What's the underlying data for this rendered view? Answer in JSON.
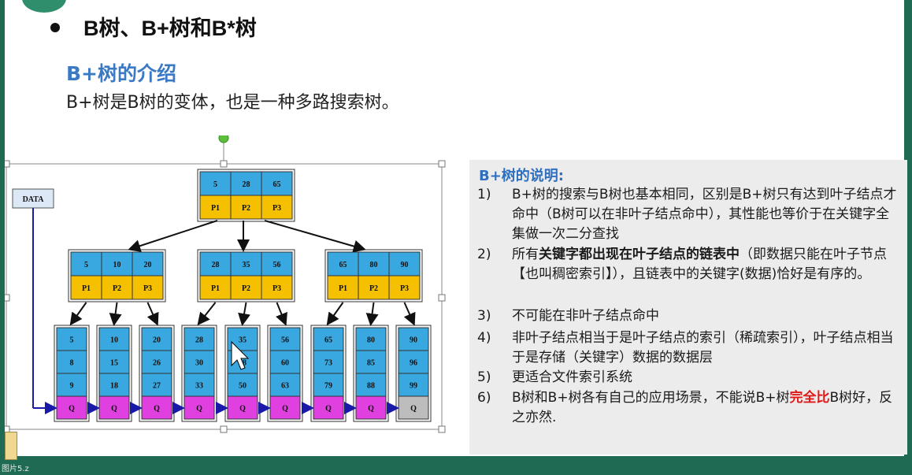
{
  "slide": {
    "title": "B树、B+树和B*树",
    "section_title": "B+树的介绍",
    "intro": "B+树是B树的变体，也是一种多路搜索树。"
  },
  "diagram": {
    "data_label": "DATA",
    "root": {
      "keys": [
        "5",
        "28",
        "65"
      ],
      "ptrs": [
        "P1",
        "P2",
        "P3"
      ]
    },
    "inner": [
      {
        "keys": [
          "5",
          "10",
          "20"
        ],
        "ptrs": [
          "P1",
          "P2",
          "P3"
        ]
      },
      {
        "keys": [
          "28",
          "35",
          "56"
        ],
        "ptrs": [
          "P1",
          "P2",
          "P3"
        ]
      },
      {
        "keys": [
          "65",
          "80",
          "90"
        ],
        "ptrs": [
          "P1",
          "P2",
          "P3"
        ]
      }
    ],
    "leaves": [
      {
        "keys": [
          "5",
          "8",
          "9"
        ],
        "link": "Q"
      },
      {
        "keys": [
          "10",
          "15",
          "18"
        ],
        "link": "Q"
      },
      {
        "keys": [
          "20",
          "26",
          "27"
        ],
        "link": "Q"
      },
      {
        "keys": [
          "28",
          "30",
          "33"
        ],
        "link": "Q"
      },
      {
        "keys": [
          "35",
          "38",
          "50"
        ],
        "link": "Q"
      },
      {
        "keys": [
          "56",
          "60",
          "63"
        ],
        "link": "Q"
      },
      {
        "keys": [
          "65",
          "73",
          "79"
        ],
        "link": "Q"
      },
      {
        "keys": [
          "80",
          "85",
          "88"
        ],
        "link": "Q"
      },
      {
        "keys": [
          "90",
          "96",
          "99"
        ],
        "link": "Q"
      }
    ],
    "colors": {
      "key_fill": "#3aa8e0",
      "ptr_fill": "#f5c000",
      "link_fill": "#e040e0",
      "last_link_fill": "#bdbdbd",
      "arrow": "#1a1aa8"
    }
  },
  "panel": {
    "title": "B+树的说明:",
    "items": [
      {
        "num": "1)",
        "text": "B+树的搜索与B树也基本相同，区别是B+树只有达到叶子结点才命中（B树可以在非叶子结点命中），其性能也等价于在关键字全集做一次二分查找"
      },
      {
        "num": "2)",
        "pre": "所有",
        "bold": "关键字都出现在叶子结点的链表中",
        "post": "（即数据只能在叶子节点【也叫稠密索引】），且链表中的关键字(数据)恰好是有序的。"
      },
      {
        "num": "3)",
        "text": "不可能在非叶子结点命中"
      },
      {
        "num": "4)",
        "text": "非叶子结点相当于是叶子结点的索引（稀疏索引），叶子结点相当于是存储（关键字）数据的数据层"
      },
      {
        "num": "5)",
        "text": "更适合文件索引系统"
      },
      {
        "num": "6)",
        "pre": "B树和B+树各有自己的应用场景，不能说B+树",
        "red": "完全比",
        "post": "B树好，反之亦然."
      }
    ]
  },
  "footer_label": "图片5.z"
}
